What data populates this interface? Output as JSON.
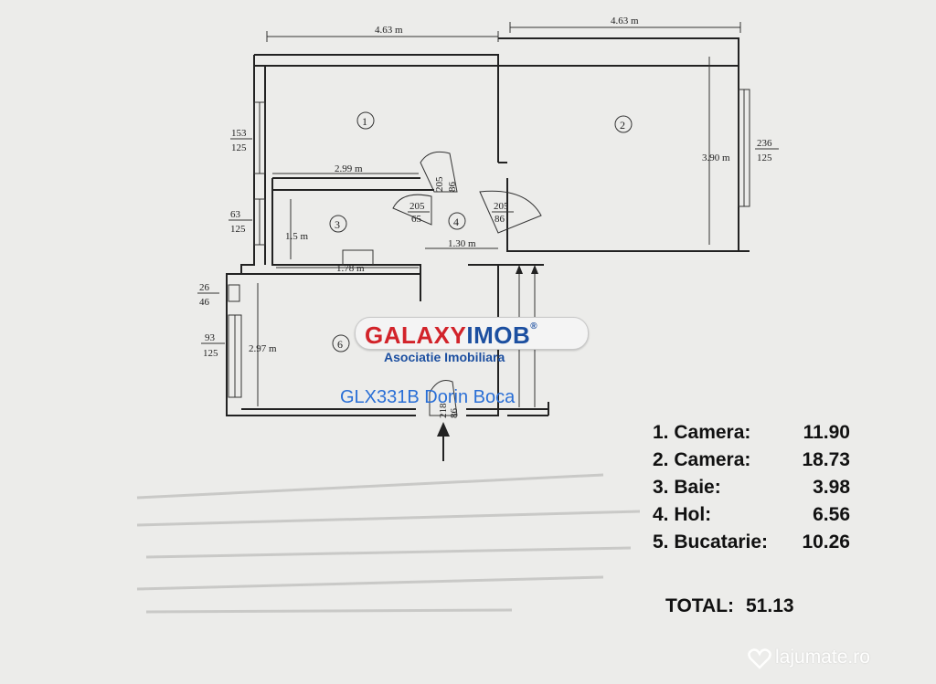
{
  "plan": {
    "dimensions": {
      "top_left": "4.63 m",
      "top_right": "4.63 m",
      "room1_bottom": "2.99 m",
      "room2_height": "3.90 m",
      "room3_height": "1.5 m",
      "room3_width": "1.78 m",
      "hall_width": "1.30 m",
      "room6_height": "2.97 m"
    },
    "windows": [
      {
        "top": "153",
        "bottom": "125"
      },
      {
        "top": "236",
        "bottom": "125"
      },
      {
        "top": "63",
        "bottom": "125"
      },
      {
        "top": "26",
        "bottom": "46"
      },
      {
        "top": "93",
        "bottom": "125"
      }
    ],
    "doors": [
      {
        "top": "205",
        "bottom": "86"
      },
      {
        "top": "205",
        "bottom": "65"
      },
      {
        "top": "205",
        "bottom": "86"
      },
      {
        "top": "218",
        "bottom": "86"
      }
    ],
    "rooms": [
      "1",
      "2",
      "3",
      "4",
      "6"
    ]
  },
  "logo": {
    "part1": "GALAXY",
    "part2": "IMOB",
    "registered": "®",
    "subtitle": "Asociatie Imobiliara"
  },
  "agent_label": "GLX331B Dorin Boca",
  "areas": [
    {
      "label": "1. Camera:",
      "value": "11.90"
    },
    {
      "label": "2. Camera:",
      "value": "18.73"
    },
    {
      "label": "3. Baie:",
      "value": "3.98"
    },
    {
      "label": "4. Hol:",
      "value": "6.56"
    },
    {
      "label": "5. Bucatarie:",
      "value": "10.26"
    }
  ],
  "total": {
    "label": "TOTAL:",
    "value": "51.13"
  },
  "watermark": {
    "icon": "heart-icon",
    "text": "lajumate.ro"
  },
  "colors": {
    "logo_red": "#d2232a",
    "logo_blue": "#1c4fa0",
    "agent_blue": "#2a6fd6",
    "background": "#ececea"
  }
}
